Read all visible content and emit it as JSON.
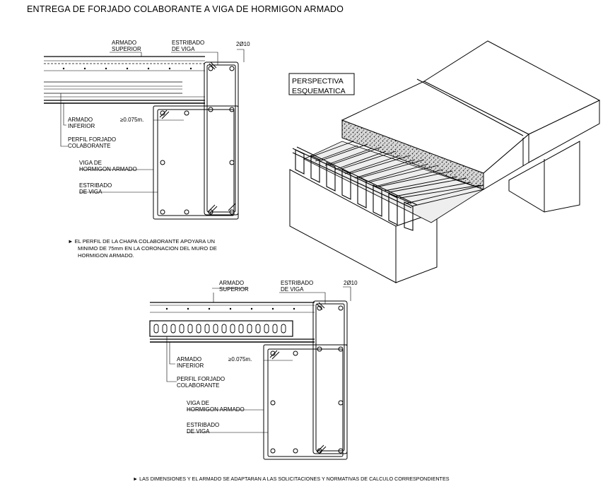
{
  "title": "ENTREGA DE FORJADO COLABORANTE A VIGA DE HORMIGON ARMADO",
  "detail1": {
    "armado_superior": [
      "ARMADO",
      "SUPERIOR"
    ],
    "estribado_viga": [
      "ESTRIBADO",
      "DE VIGA"
    ],
    "rebar": "2Ø10",
    "armado_inferior": [
      "ARMADO",
      "INFERIOR"
    ],
    "min_support": "≥0.075m.",
    "perfil": [
      "PERFIL FORJADO",
      "COLABORANTE"
    ],
    "viga": [
      "VIGA DE",
      "HORMIGON ARMADO"
    ],
    "estribado": [
      "ESTRIBADO",
      "DE VIGA"
    ],
    "note": [
      "► EL PERFIL DE LA CHAPA COLABORANTE APOYARA UN",
      "MINIMO DE 75mm EN LA CORONACION DEL MURO DE",
      "HORMIGON ARMADO."
    ]
  },
  "perspective": [
    "PERSPECTIVA",
    "ESQUEMATICA"
  ],
  "detail2": {
    "armado_superior": [
      "ARMADO",
      "SUPERIOR"
    ],
    "estribado_viga": [
      "ESTRIBADO",
      "DE VIGA"
    ],
    "rebar": "2Ø10",
    "armado_inferior": [
      "ARMADO",
      "INFERIOR"
    ],
    "min_support": "≥0.075m.",
    "perfil": [
      "PERFIL FORJADO",
      "COLABORANTE"
    ],
    "viga": [
      "VIGA DE",
      "HORMIGON ARMADO"
    ],
    "estribado": [
      "ESTRIBADO",
      "DE VIGA"
    ]
  },
  "footer_note": "► LAS DIMENSIONES Y EL ARMADO SE ADAPTARAN A LAS SOLICITACIONES Y NORMATIVAS DE CALCULO CORRESPONDIENTES"
}
